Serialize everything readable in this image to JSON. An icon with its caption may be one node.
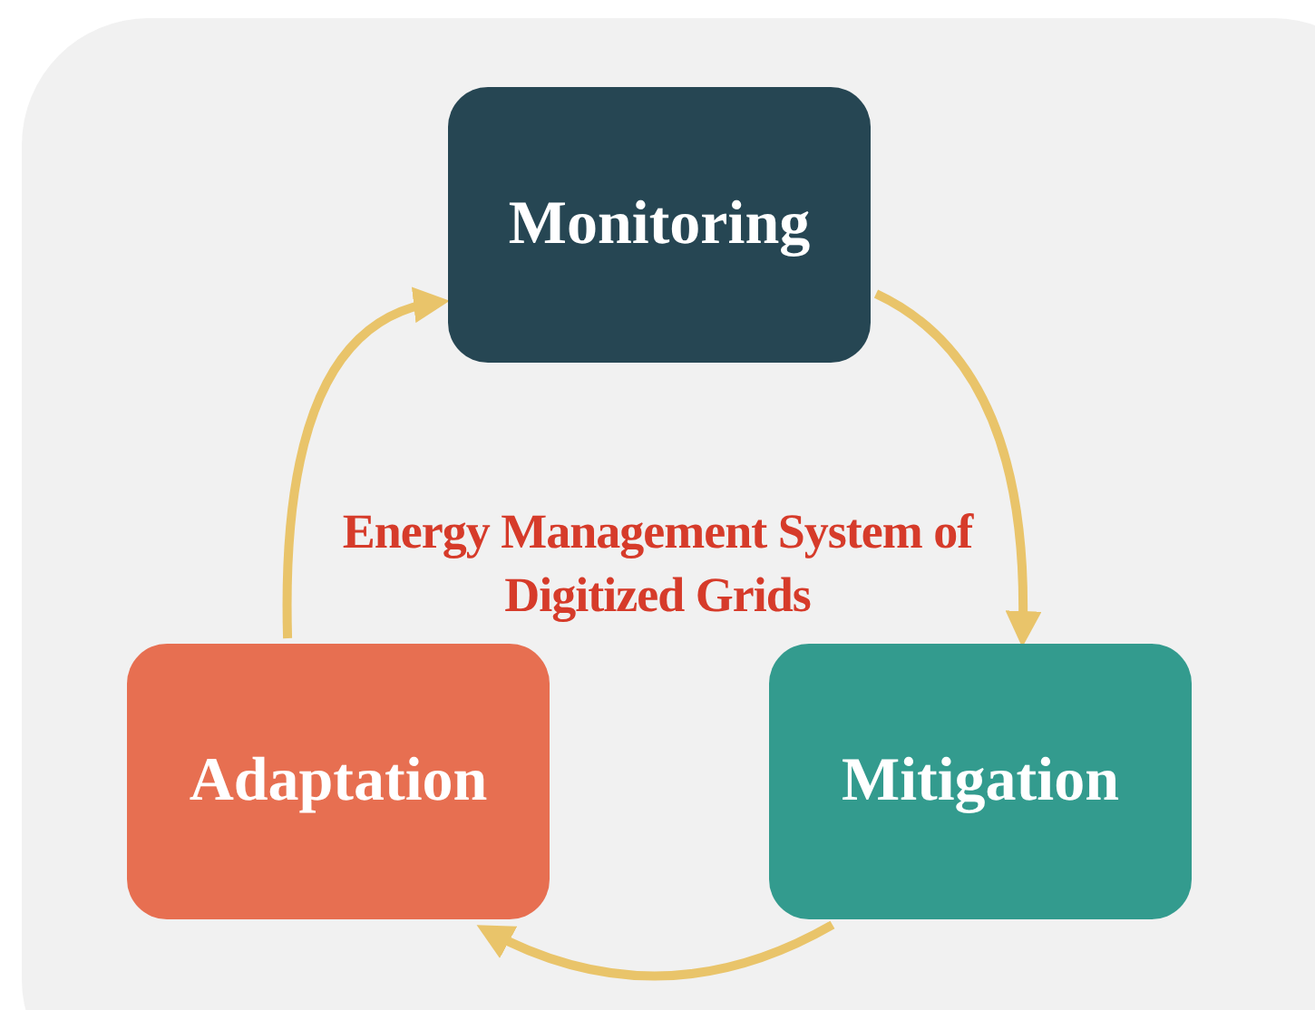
{
  "diagram": {
    "nodes": [
      {
        "text": [
          "Monitoring"
        ]
      },
      {
        "text": [
          "Mitigation"
        ]
      },
      {
        "text": [
          "Adaptation"
        ]
      }
    ],
    "edges": [
      {
        "from": 0,
        "to": 1,
        "arrow": "to"
      },
      {
        "from": 1,
        "to": 2,
        "arrow": "to"
      },
      {
        "from": 2,
        "to": 0,
        "arrow": "to"
      }
    ],
    "labels": [
      "Energy Management System of Digitized Grids"
    ]
  }
}
